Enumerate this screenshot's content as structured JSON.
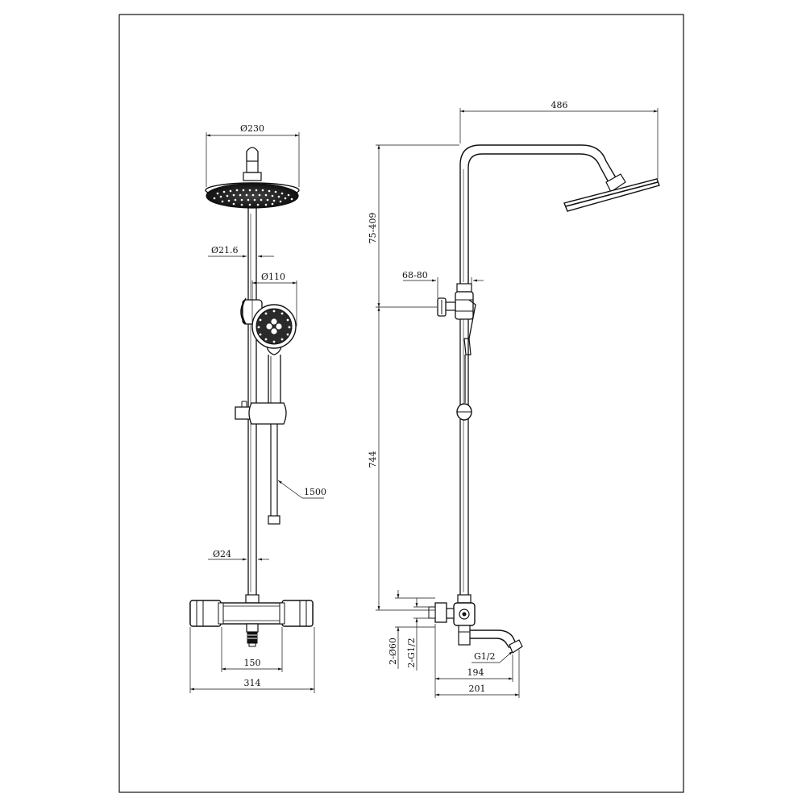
{
  "diagram": {
    "front_view": {
      "head_diameter": "Ø230",
      "pipe_diameter_upper": "Ø21.6",
      "hand_shower_diameter": "Ø110",
      "hose_length": "1500",
      "pipe_diameter_lower": "Ø24",
      "inlet_spacing": "150",
      "overall_width": "314"
    },
    "side_view": {
      "arm_reach": "486",
      "adjustable_height": "75-409",
      "slide_offset": "68-80",
      "bar_height": "744",
      "inlet_cover": "2-Ø60",
      "inlet_thread": "2-G1/2",
      "outlet_thread": "G1/2",
      "spout_length_inner": "194",
      "spout_length_outer": "201"
    }
  },
  "colors": {
    "line": "#111111",
    "background": "#ffffff"
  }
}
